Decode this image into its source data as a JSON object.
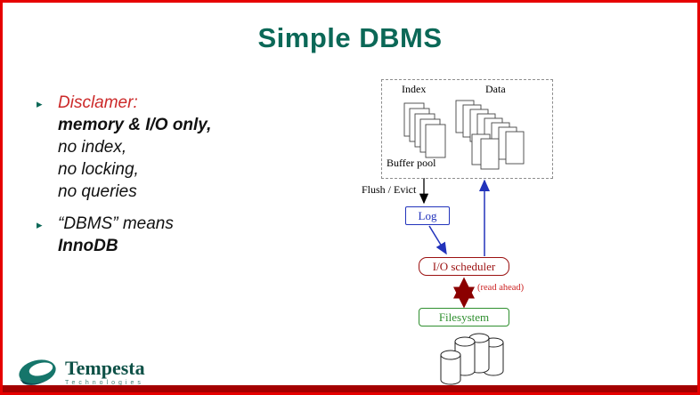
{
  "slide": {
    "title": "Simple DBMS",
    "bullet_icon": "▸",
    "bullets": [
      {
        "lines": [
          {
            "text": "Disclamer:"
          },
          {
            "text": "memory & I/O only,"
          },
          {
            "text": "no index,"
          },
          {
            "text": "no locking,"
          },
          {
            "text": "no queries"
          }
        ]
      },
      {
        "lines": [
          {
            "text": "“DBMS” means"
          },
          {
            "text": "InnoDB"
          }
        ]
      }
    ]
  },
  "diagram": {
    "index_label": "Index",
    "data_label": "Data",
    "buffer_pool_label": "Buffer pool",
    "flush_evict_label": "Flush / Evict",
    "log_label": "Log",
    "io_scheduler_label": "I/O scheduler",
    "read_ahead_label": "(read ahead)",
    "filesystem_label": "Filesystem"
  },
  "footer": {
    "brand": "Tempesta",
    "brand_sub": "Technologies"
  },
  "colors": {
    "title_teal": "#0b6857",
    "accent_red": "#cc2a2a",
    "log_blue": "#2233bb",
    "scheduler_red": "#9b1111",
    "filesystem_green": "#2f8f2f",
    "arrow_dark_red": "#8b0000",
    "bottom_bar": "#a40000",
    "border_red": "#e60000"
  }
}
